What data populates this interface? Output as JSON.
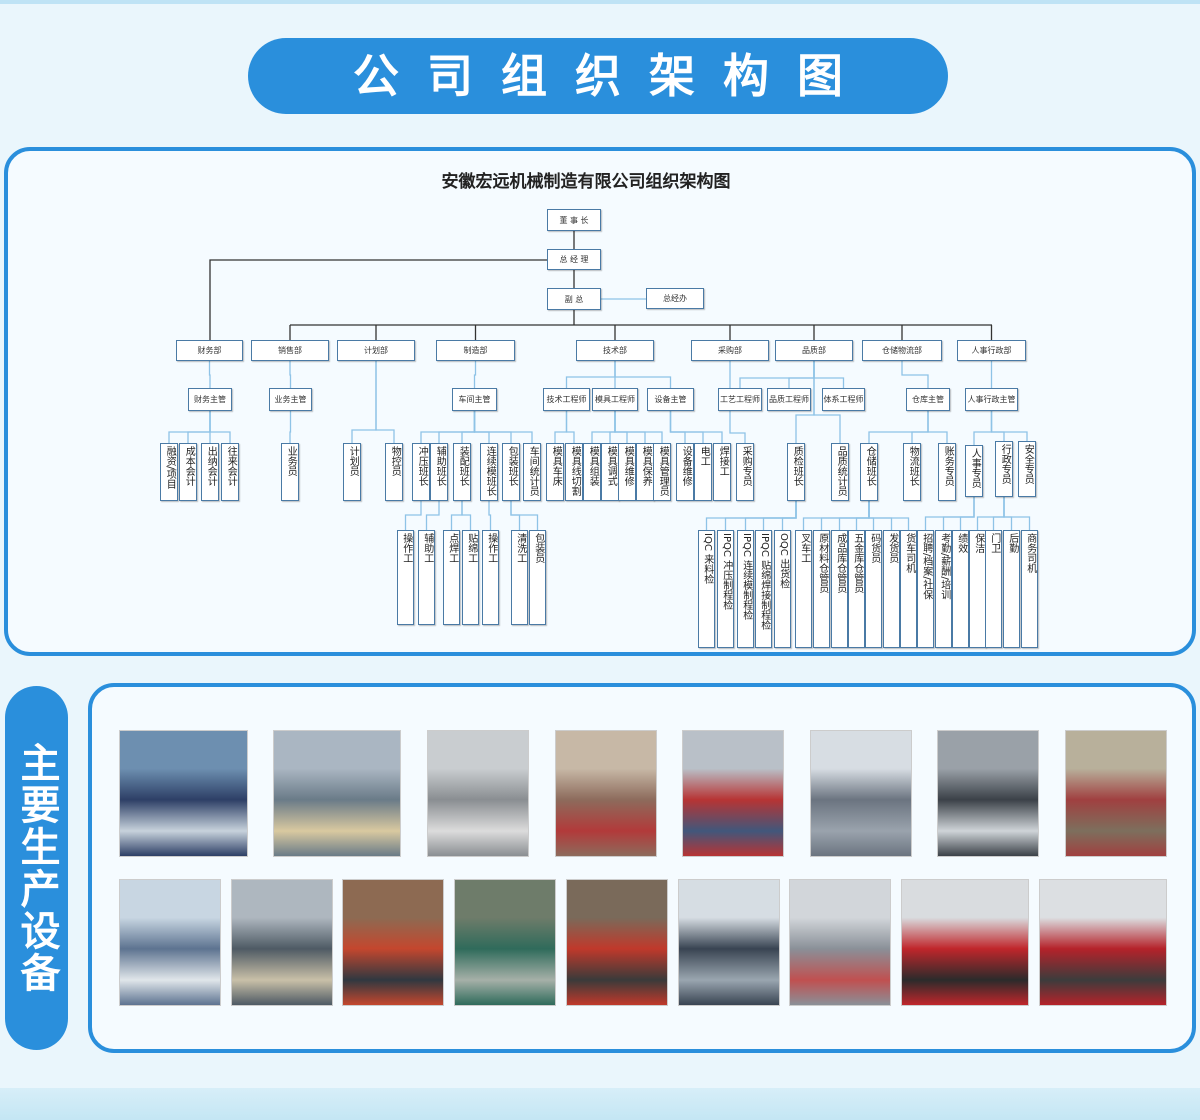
{
  "header": {
    "title": "公司组织架构图"
  },
  "org": {
    "title": "安徽宏远机械制造有限公司组织架构图",
    "top": [
      "董 事 长",
      "总 经 理",
      "副  总",
      "总经办"
    ],
    "departments": [
      "财务部",
      "销售部",
      "计划部",
      "制造部",
      "技术部",
      "采购部",
      "品质部",
      "仓储物流部",
      "人事行政部"
    ],
    "supervisors": [
      "财务主管",
      "业务主管",
      "车间主管",
      "技术工程师",
      "模具工程师",
      "设备主管",
      "工艺工程师",
      "品质工程师",
      "体系工程师",
      "仓库主管",
      "人事行政主管"
    ],
    "staff": [
      "融资/项目",
      "成本会计",
      "出纳会计",
      "往来会计",
      "业务员",
      "计划员",
      "物控员",
      "冲压班长",
      "辅助班长",
      "装配班长",
      "连续模班长",
      "包装班长",
      "车间统计员",
      "模具车床",
      "模具线切割",
      "模具组装",
      "模具调式",
      "模具维修",
      "模具保养",
      "模具管理员",
      "设备维修",
      "电工",
      "焊接工",
      "采购专员",
      "质检班长",
      "品质统计员",
      "仓储班长",
      "物流班长",
      "账务专员",
      "人事专员",
      "行政专员",
      "安全专员"
    ],
    "workers": [
      "操作工",
      "辅助工",
      "点焊工",
      "贴绵工",
      "操作工",
      "清洗工",
      "包装员",
      "IQC 来料检",
      "IPQC 冲压制程检",
      "IPQC 连续模制程检",
      "IPQC 贴绵焊接制程检",
      "OQC 出货检",
      "叉车工",
      "原材料仓管员",
      "成品库仓管员",
      "五金库仓管员",
      "码货员",
      "发货员",
      "货车司机",
      "招聘/档案/社保",
      "考勤/薪酬/培训",
      "绩效",
      "保洁",
      "门卫",
      "后勤",
      "商务司机"
    ]
  },
  "equipment": {
    "title": "主要生产设备"
  },
  "colors": {
    "accent": "#2a8fdc",
    "box_border": "#4a7aa5",
    "line_light": "#8ec3e6"
  }
}
